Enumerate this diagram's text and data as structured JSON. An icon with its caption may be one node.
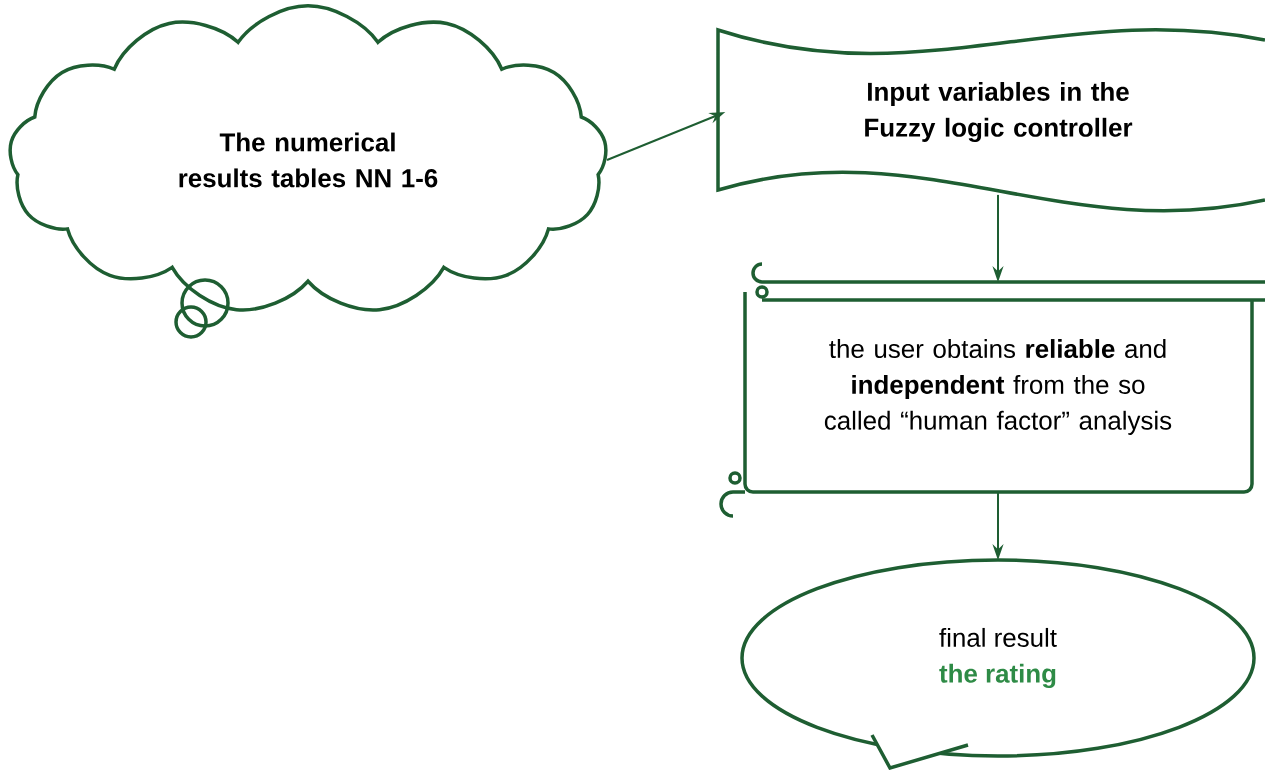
{
  "diagram": {
    "nodes": [
      {
        "text": [
          "The numerical results tables NN 1-6"
        ]
      },
      {
        "text": [
          "Input variables in the Fuzzy logic controller"
        ]
      },
      {
        "text": [
          "the user obtains **reliable** and **independent** from the so called “human factor” analysis"
        ]
      },
      {
        "text": [
          "final result",
          "the rating"
        ]
      }
    ],
    "edges": [
      {
        "from": 0,
        "to": 1,
        "arrow": "to"
      },
      {
        "from": 1,
        "to": 2,
        "arrow": "to"
      },
      {
        "from": 2,
        "to": 3,
        "arrow": "to"
      }
    ]
  }
}
